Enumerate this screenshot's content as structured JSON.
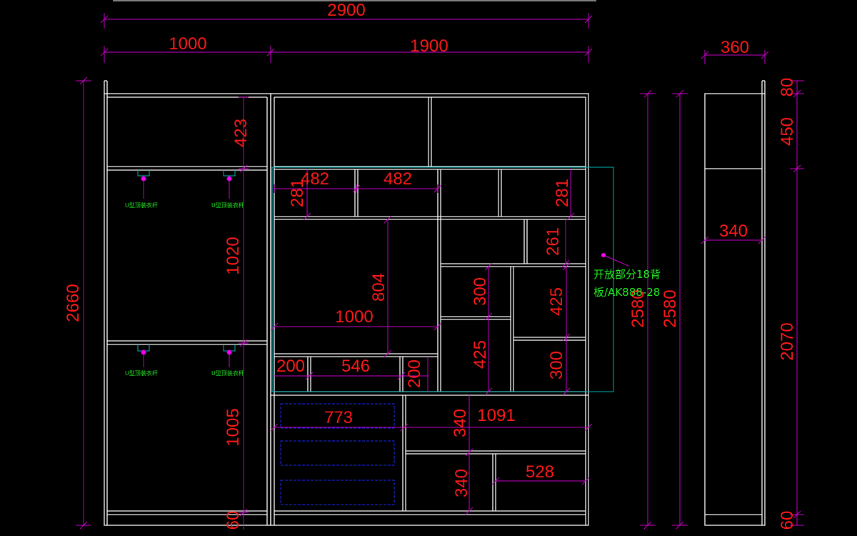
{
  "dimensions": {
    "total_width": "2900",
    "left_width": "1000",
    "right_width": "1900",
    "side_depth": "360",
    "total_height": "2660",
    "left_top": "423",
    "left_upper": "1020",
    "left_lower": "1005",
    "left_plinth": "60",
    "shelf_482_a": "482",
    "shelf_482_b": "482",
    "shelf_281_left": "281",
    "shelf_281_right": "281",
    "shelf_261": "261",
    "tv_height": "804",
    "tv_width": "1000",
    "base_200_left": "200",
    "base_546": "546",
    "base_200_right": "200",
    "mid_300": "300",
    "mid_425": "425",
    "right_425": "425",
    "right_300": "300",
    "drawer_773": "773",
    "drawer_1091": "1091",
    "drawer_340_upper": "340",
    "drawer_340_lower": "340",
    "drawer_528": "528",
    "height_2580_a": "2580",
    "height_2580_b": "2580",
    "side_80": "80",
    "side_450": "450",
    "side_340": "340",
    "side_2070": "2070",
    "side_60": "60"
  },
  "annotations": {
    "rod_label_1": "U型顶装衣杆",
    "rod_label_2": "U型顶装衣杆",
    "rod_label_3": "U型顶装衣杆",
    "rod_label_4": "U型顶装衣杆",
    "open_back_line1": "开放部分18背",
    "open_back_line2": "板/AK888-28"
  },
  "colors": {
    "background": "#000000",
    "carcass": "#ffffff",
    "dimension_line": "#cc00cc",
    "dimension_text": "#ff1a1a",
    "annotation_text": "#22ee22",
    "open_back_outline": "#00b8b8",
    "drawer_outline": "#1a2cff"
  }
}
